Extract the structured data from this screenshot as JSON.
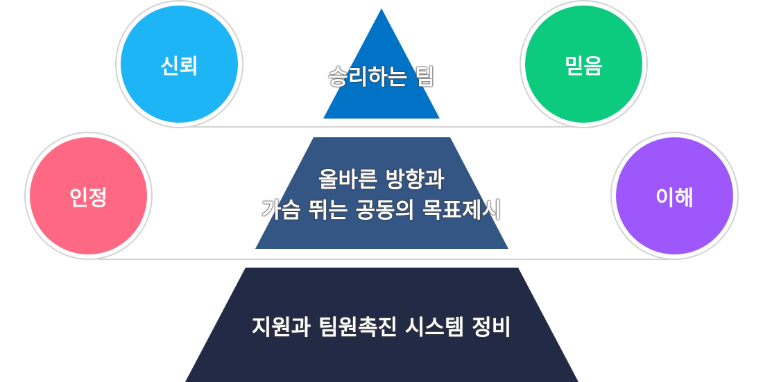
{
  "pyramid": {
    "top": {
      "label": "승리하는 팀",
      "color": "#0073c6"
    },
    "middle": {
      "line1": "올바른 방향과",
      "line2": "가슴 뛰는 공동의 목표제시",
      "color": "#345685"
    },
    "bottom": {
      "label": "지원과 팀원촉진 시스템 정비",
      "color": "#232a45"
    }
  },
  "circles": {
    "trust": {
      "label": "신뢰",
      "color": "#1db5f6"
    },
    "belief": {
      "label": "믿음",
      "color": "#0ccb7e"
    },
    "recognition": {
      "label": "인정",
      "color": "#fe6883"
    },
    "understanding": {
      "label": "이해",
      "color": "#9e57fa"
    }
  }
}
